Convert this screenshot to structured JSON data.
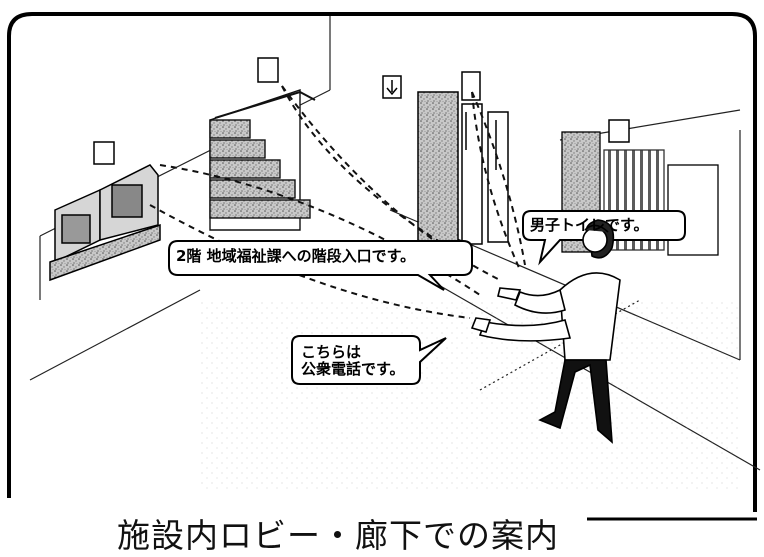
{
  "bubbles": {
    "stairs": "2階 地域福祉課への階段入口です。",
    "toilet": "男子トイレです。",
    "phone_line1": "こちらは",
    "phone_line2": "公衆電話です。"
  },
  "caption": "施設内ロビー・廊下での案内",
  "colors": {
    "ink": "#111111",
    "background": "#ffffff",
    "tone": "#bdbdbd"
  }
}
